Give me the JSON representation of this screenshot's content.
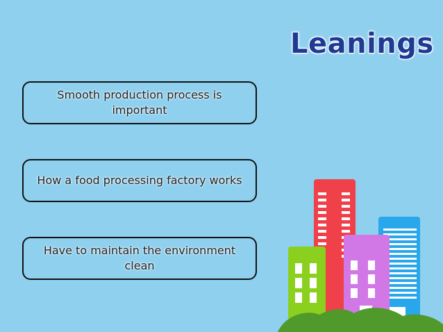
{
  "slide": {
    "title": "Leanings",
    "points": [
      "Smooth production process is important",
      "How a food processing factory works",
      "Have to maintain the environment clean"
    ]
  },
  "colors": {
    "background": "#8fd0ef",
    "title": "#1f3a93",
    "building_red": "#f0414b",
    "building_green": "#8bd01e",
    "building_purple": "#d277e6",
    "building_blue": "#29a7ec",
    "hills": "#4f9a2b"
  }
}
